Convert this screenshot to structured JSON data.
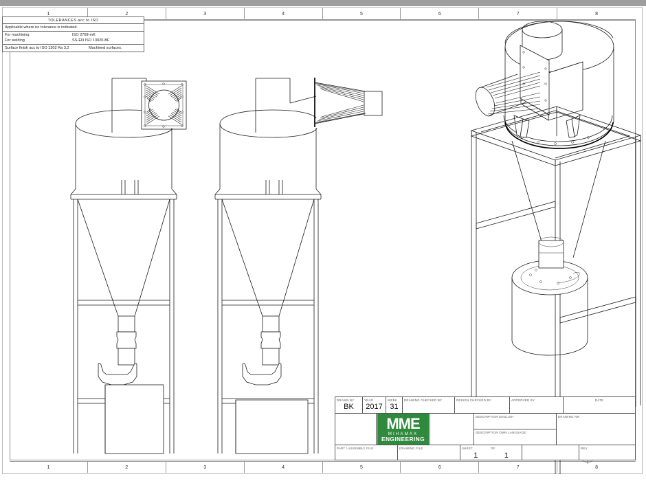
{
  "document": {
    "kind": "engineering-drawing",
    "subject": "Cyclone separator assembly on support frame",
    "sheet_format": "A-size landscape drawing frame"
  },
  "zones": {
    "top": [
      "1",
      "2",
      "3",
      "4",
      "5",
      "6",
      "7",
      "8"
    ],
    "bottom": [
      "1",
      "2",
      "3",
      "4",
      "5",
      "6",
      "7",
      "8"
    ]
  },
  "tolerance_table": {
    "title": "TOLERANCES  acc  to  ISO",
    "note": "Applicable where no tolerance is indicated.",
    "standards": [
      {
        "label": "For machining",
        "value": "ISO 2768-mK"
      },
      {
        "label": "For welding",
        "value": "SS-EN ISO 13920-BF"
      }
    ],
    "surface_finish": {
      "text": "Surface finish acc to ISO 1302 Ra 3,2",
      "applies_to": "Machined surfaces."
    }
  },
  "title_block": {
    "drawn_by": {
      "label": "DRAWN BY",
      "value": "BK"
    },
    "year": {
      "label": "YEAR",
      "value": "2017"
    },
    "week": {
      "label": "WEEK",
      "value": "31"
    },
    "drawing_checked_by": {
      "label": "DRAWING CHECKED BY",
      "value": ""
    },
    "design_checked_by": {
      "label": "DESIGN CHECKED BY",
      "value": ""
    },
    "approved_by": {
      "label": "APPROVED BY",
      "value": ""
    },
    "date": {
      "label": "DATE",
      "value": ""
    },
    "description_english": {
      "label": "DESCRIPTION ENGLISH",
      "value": ""
    },
    "description_own_language": {
      "label": "DESCRIPTION OWN LANGUAGE",
      "value": ""
    },
    "drawing_nr": {
      "label": "DRAWING NR",
      "value": ""
    },
    "part_assembly_file": {
      "label": "PART / ASSEMBLY FILE",
      "value": ""
    },
    "drawing_file": {
      "label": "DRAWING FILE",
      "value": ""
    },
    "sheet": {
      "label": "SHEET",
      "value": "1"
    },
    "of": {
      "label": "OF",
      "value": "1"
    },
    "revision": {
      "label": "REV",
      "value": ""
    },
    "projection_symbol": "first-angle-projection-icon",
    "logo": {
      "mark": "MME",
      "line1": "MIHAMAX",
      "line2": "ENGINEERING",
      "color": "#2f8a3e"
    }
  },
  "views": {
    "front": {
      "name": "front-view",
      "caption": ""
    },
    "side": {
      "name": "side-view",
      "caption": ""
    },
    "isometric": {
      "name": "isometric-view",
      "caption": ""
    }
  },
  "colors": {
    "line": "#1a1a1a",
    "frame": "#8d8d8d",
    "brand_green": "#2f8a3e",
    "window_chrome": "#9e9e9e",
    "paper": "#ffffff"
  }
}
